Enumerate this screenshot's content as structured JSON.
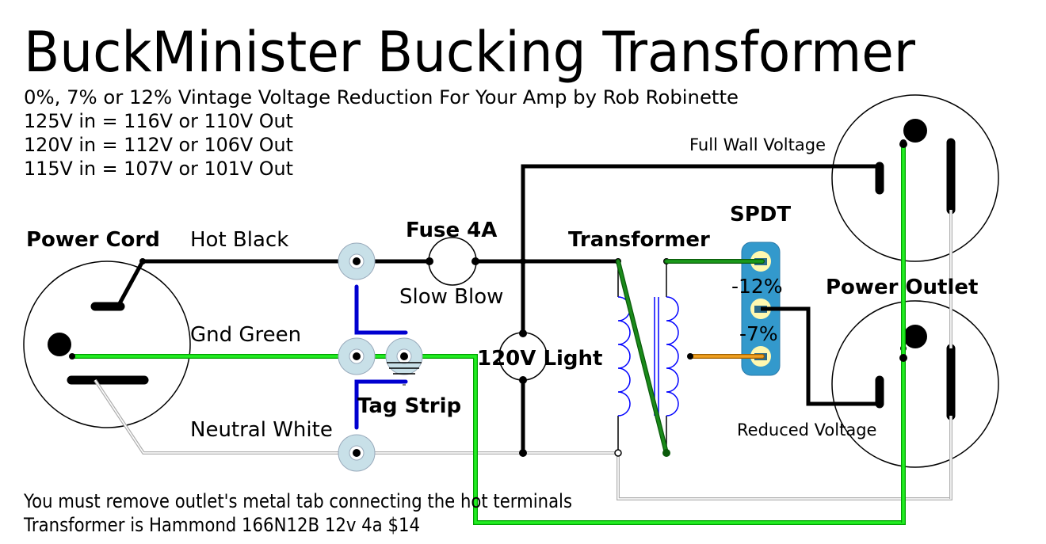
{
  "header": {
    "title": "BuckMinister Bucking Transformer",
    "subtitle": "0%, 7% or 12% Vintage Voltage Reduction For Your Amp by Rob Robinette",
    "voltage_table": [
      "125V in = 116V or 110V Out",
      "120V in = 112V or 106V Out",
      "115V in = 107V or 101V Out"
    ]
  },
  "labels": {
    "power_cord": "Power Cord",
    "hot_black": "Hot Black",
    "gnd_green": "Gnd Green",
    "neutral_white": "Neutral White",
    "fuse": "Fuse 4A",
    "slow_blow": "Slow Blow",
    "light": "120V Light",
    "tag_strip": "Tag Strip",
    "transformer": "Transformer",
    "spdt": "SPDT",
    "pct_12": "-12%",
    "pct_7": "-7%",
    "power_outlet": "Power Outlet",
    "full_wall_voltage": "Full Wall Voltage",
    "reduced_voltage": "Reduced Voltage"
  },
  "notes": [
    "You must remove outlet's metal tab connecting the hot terminals",
    "Transformer is Hammond 166N12B 12v 4a $14"
  ],
  "colors": {
    "hot_wire": "#000000",
    "ground_wire": "#00e000",
    "neutral_wire": "#c8c8c8",
    "tag_strip_bus": "#0000d0",
    "tag_lug": "#c8e0e8",
    "switch_body": "#3399cc",
    "switch_lug": "#fff8b0",
    "transformer_jumper": "#1a8a1a",
    "secondary_tap": "#f0a020",
    "coil": "#0000ff"
  }
}
